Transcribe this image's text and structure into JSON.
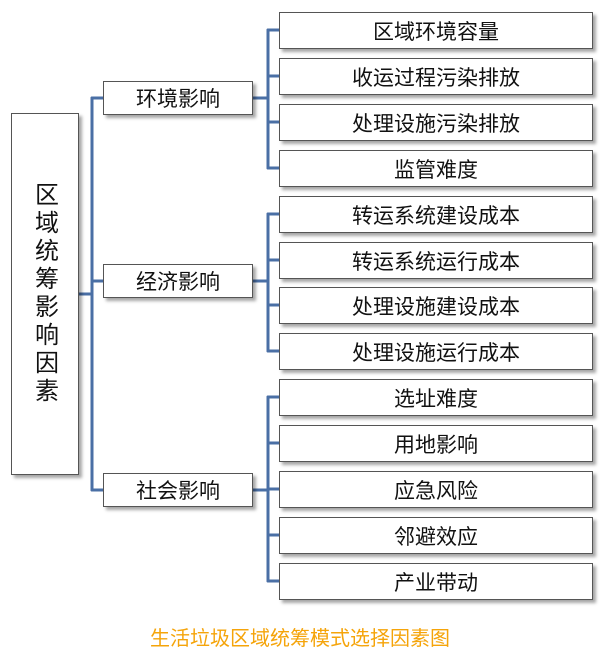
{
  "colors": {
    "connector": "#4a6fa5",
    "caption": "#f5a40a",
    "box_border": "#555555"
  },
  "diagram": {
    "root": "区域统筹影响因素",
    "groups": [
      {
        "label": "环境影响",
        "items": [
          "区域环境容量",
          "收运过程污染排放",
          "处理设施污染排放",
          "监管难度"
        ]
      },
      {
        "label": "经济影响",
        "items": [
          "转运系统建设成本",
          "转运系统运行成本",
          "处理设施建设成本",
          "处理设施运行成本"
        ]
      },
      {
        "label": "社会影响",
        "items": [
          "选址难度",
          "用地影响",
          "应急风险",
          "邻避效应",
          "产业带动"
        ]
      }
    ]
  },
  "caption": "生活垃圾区域统筹模式选择因素图"
}
